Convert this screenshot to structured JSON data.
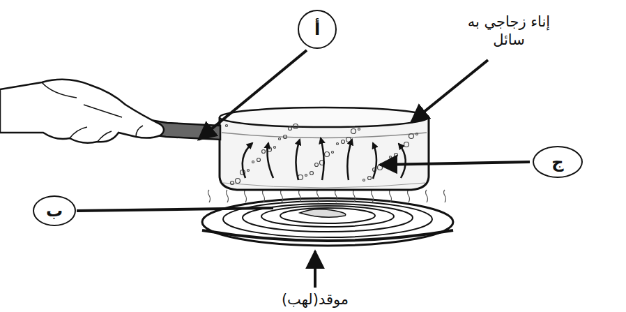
{
  "diagram": {
    "nodes": [
      {
        "text": [
          "أ"
        ]
      },
      {
        "text": [
          "ج"
        ]
      },
      {
        "text": [
          "ب"
        ]
      }
    ],
    "labels": [
      "إناء زجاجي به سائل",
      "موقد(لهب)"
    ]
  }
}
